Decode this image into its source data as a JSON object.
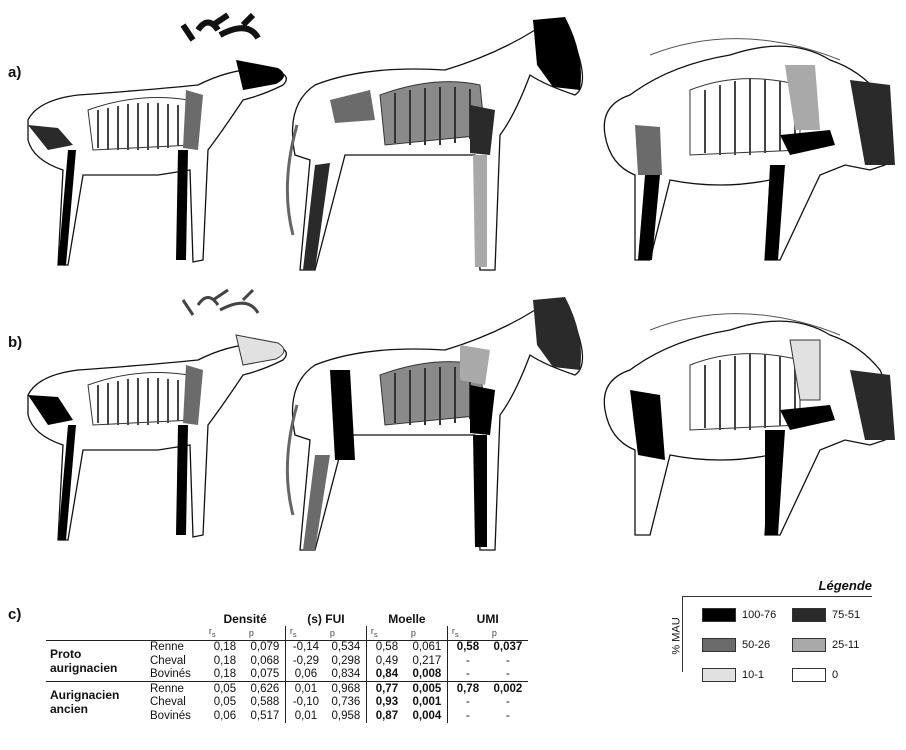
{
  "labels": {
    "a": "a)",
    "b": "b)",
    "c": "c)"
  },
  "legend": {
    "title": "Légende",
    "ylabel": "% MAU",
    "items": [
      {
        "label": "100-76",
        "color": "#000000"
      },
      {
        "label": "75-51",
        "color": "#2a2a2a"
      },
      {
        "label": "50-26",
        "color": "#6b6b6b"
      },
      {
        "label": "25-11",
        "color": "#a9a9a9"
      },
      {
        "label": "10-1",
        "color": "#e1e1e1"
      },
      {
        "label": "0",
        "color": "#ffffff"
      }
    ]
  },
  "table": {
    "headers": [
      "Densité",
      "(s) FUI",
      "Moelle",
      "UMI"
    ],
    "sub": [
      "r",
      "p"
    ],
    "sub_s": "s",
    "groups": [
      {
        "name": "Proto aurignacien",
        "rows": [
          {
            "taxon": "Renne",
            "vals": [
              "0,18",
              "0,079",
              "-0,14",
              "0,534",
              "0,58",
              "0,061",
              "0,58",
              "0,037"
            ],
            "bold": [
              false,
              false,
              false,
              false,
              false,
              false,
              true,
              true
            ]
          },
          {
            "taxon": "Cheval",
            "vals": [
              "0,18",
              "0,068",
              "-0,29",
              "0,298",
              "0,49",
              "0,217",
              "-",
              "-"
            ],
            "bold": [
              false,
              false,
              false,
              false,
              false,
              false,
              false,
              false
            ]
          },
          {
            "taxon": "Bovinés",
            "vals": [
              "0,18",
              "0,075",
              "0,06",
              "0,834",
              "0,84",
              "0,008",
              "-",
              "-"
            ],
            "bold": [
              false,
              false,
              false,
              false,
              true,
              true,
              false,
              false
            ]
          }
        ]
      },
      {
        "name": "Aurignacien ancien",
        "rows": [
          {
            "taxon": "Renne",
            "vals": [
              "0,05",
              "0,626",
              "0,01",
              "0,968",
              "0,77",
              "0,005",
              "0,78",
              "0,002"
            ],
            "bold": [
              false,
              false,
              false,
              false,
              true,
              true,
              true,
              true
            ]
          },
          {
            "taxon": "Cheval",
            "vals": [
              "0,05",
              "0,588",
              "-0,10",
              "0,736",
              "0,93",
              "0,001",
              "-",
              "-"
            ],
            "bold": [
              false,
              false,
              false,
              false,
              true,
              true,
              false,
              false
            ]
          },
          {
            "taxon": "Bovinés",
            "vals": [
              "0,06",
              "0,517",
              "0,01",
              "0,958",
              "0,87",
              "0,004",
              "-",
              "-"
            ],
            "bold": [
              false,
              false,
              false,
              false,
              true,
              true,
              false,
              false
            ]
          }
        ]
      }
    ]
  }
}
